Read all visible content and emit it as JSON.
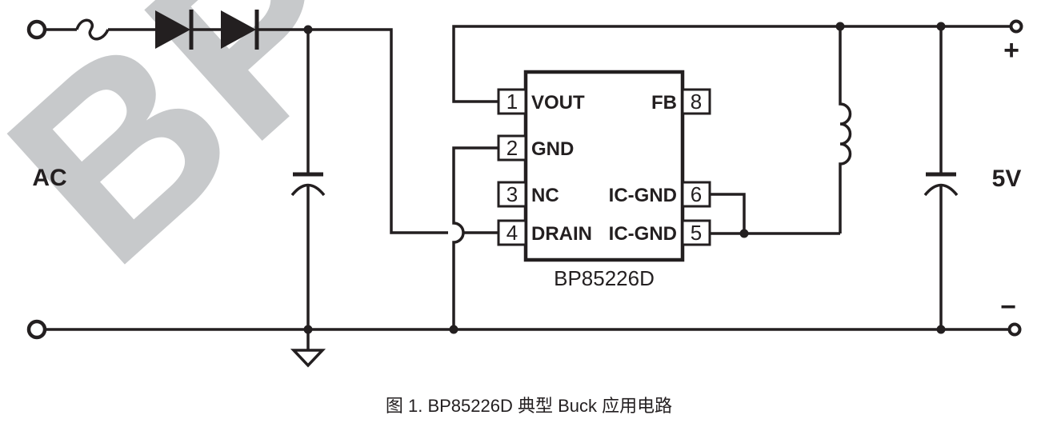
{
  "watermark": {
    "text": "BP"
  },
  "input": {
    "label": "AC"
  },
  "output": {
    "voltage": "5V",
    "plus": "+",
    "minus": "−"
  },
  "ic": {
    "part_number": "BP85226D",
    "pins": {
      "p1": {
        "number": "1",
        "name": "VOUT"
      },
      "p2": {
        "number": "2",
        "name": "GND"
      },
      "p3": {
        "number": "3",
        "name": "NC"
      },
      "p4": {
        "number": "4",
        "name": "DRAIN"
      },
      "p5": {
        "number": "5",
        "name": "IC-GND"
      },
      "p6": {
        "number": "6",
        "name": "IC-GND"
      },
      "p8": {
        "number": "8",
        "name": "FB"
      }
    }
  },
  "caption": "图 1. BP85226D 典型 Buck 应用电路",
  "colors": {
    "line": "#231f20",
    "watermark": "#c7c9cb",
    "background": "#ffffff"
  }
}
